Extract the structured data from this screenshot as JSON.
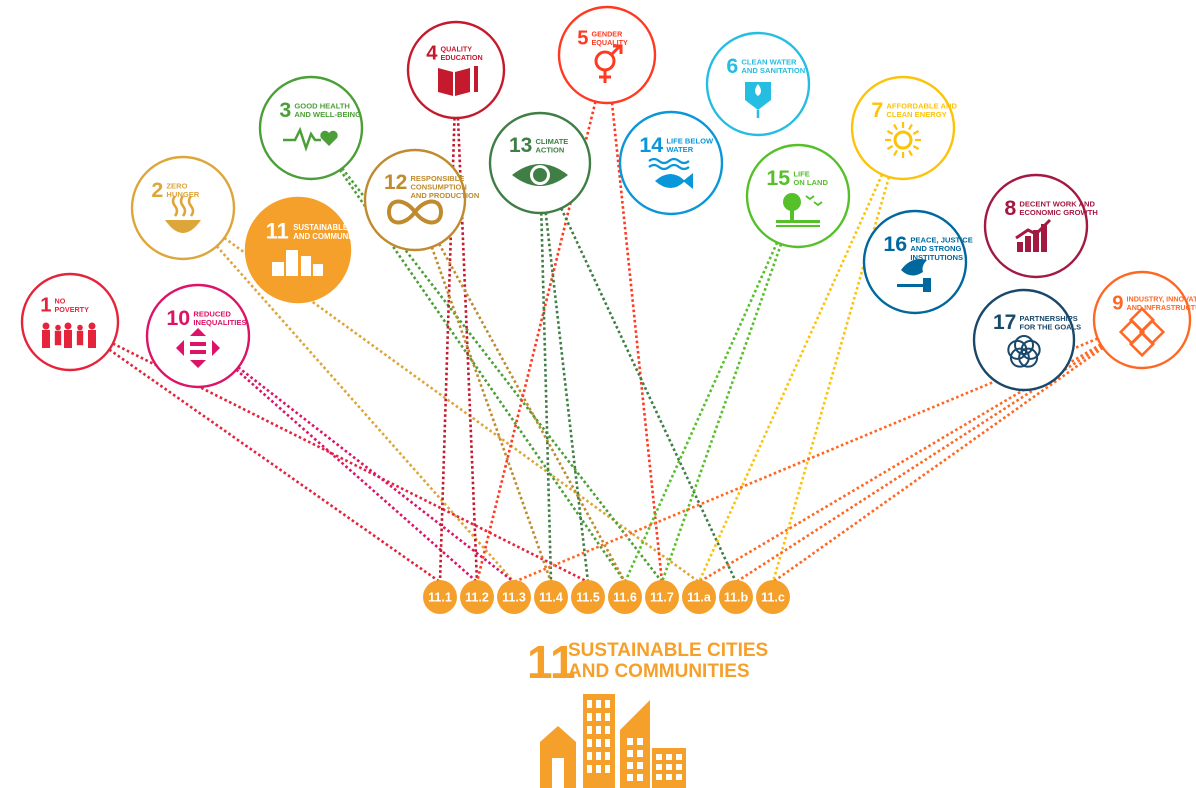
{
  "main_goal": {
    "number": "11",
    "title_line1": "SUSTAINABLE CITIES",
    "title_line2": "AND COMMUNITIES",
    "color": "#F5A02B",
    "icon": "city-buildings-icon"
  },
  "targets": [
    "11.1",
    "11.2",
    "11.3",
    "11.4",
    "11.5",
    "11.6",
    "11.7",
    "11.a",
    "11.b",
    "11.c"
  ],
  "goals": [
    {
      "id": "g1",
      "number": "1",
      "lines": [
        "NO",
        "POVERTY"
      ],
      "color": "#E5243B",
      "filled": false,
      "icon": "family-icon"
    },
    {
      "id": "g2",
      "number": "2",
      "lines": [
        "ZERO",
        "HUNGER"
      ],
      "color": "#DDA63A",
      "filled": false,
      "icon": "bowl-icon"
    },
    {
      "id": "g3",
      "number": "3",
      "lines": [
        "GOOD HEALTH",
        "AND WELL-BEING"
      ],
      "color": "#4C9F38",
      "filled": false,
      "icon": "heartbeat-icon"
    },
    {
      "id": "g4",
      "number": "4",
      "lines": [
        "QUALITY",
        "EDUCATION"
      ],
      "color": "#C5192D",
      "filled": false,
      "icon": "book-icon"
    },
    {
      "id": "g5",
      "number": "5",
      "lines": [
        "GENDER",
        "EQUALITY"
      ],
      "color": "#FF3A21",
      "filled": false,
      "icon": "gender-icon"
    },
    {
      "id": "g6",
      "number": "6",
      "lines": [
        "CLEAN WATER",
        "AND SANITATION"
      ],
      "color": "#26BDE2",
      "filled": false,
      "icon": "water-drop-icon"
    },
    {
      "id": "g7",
      "number": "7",
      "lines": [
        "AFFORDABLE AND",
        "CLEAN ENERGY"
      ],
      "color": "#FCC30B",
      "filled": false,
      "icon": "sun-icon"
    },
    {
      "id": "g8",
      "number": "8",
      "lines": [
        "DECENT WORK AND",
        "ECONOMIC GROWTH"
      ],
      "color": "#A21942",
      "filled": false,
      "icon": "growth-chart-icon"
    },
    {
      "id": "g9",
      "number": "9",
      "lines": [
        "INDUSTRY, INNOVATION",
        "AND INFRASTRUCTURE"
      ],
      "color": "#FD6925",
      "filled": false,
      "icon": "cubes-icon"
    },
    {
      "id": "g10",
      "number": "10",
      "lines": [
        "REDUCED",
        "INEQUALITIES"
      ],
      "color": "#DD1367",
      "filled": false,
      "icon": "equality-arrows-icon"
    },
    {
      "id": "g11",
      "number": "11",
      "lines": [
        "SUSTAINABLE CITIES",
        "AND COMMUNITIES"
      ],
      "color": "#F5A02B",
      "filled": true,
      "icon": "city-buildings-icon"
    },
    {
      "id": "g12",
      "number": "12",
      "lines": [
        "RESPONSIBLE",
        "CONSUMPTION",
        "AND PRODUCTION"
      ],
      "color": "#BF8B2E",
      "filled": false,
      "icon": "infinity-loop-icon"
    },
    {
      "id": "g13",
      "number": "13",
      "lines": [
        "CLIMATE",
        "ACTION"
      ],
      "color": "#3F7E44",
      "filled": false,
      "icon": "eye-globe-icon"
    },
    {
      "id": "g14",
      "number": "14",
      "lines": [
        "LIFE BELOW",
        "WATER"
      ],
      "color": "#0A97D9",
      "filled": false,
      "icon": "fish-icon"
    },
    {
      "id": "g15",
      "number": "15",
      "lines": [
        "LIFE",
        "ON LAND"
      ],
      "color": "#56C02B",
      "filled": false,
      "icon": "tree-birds-icon"
    },
    {
      "id": "g16",
      "number": "16",
      "lines": [
        "PEACE, JUSTICE",
        "AND STRONG",
        "INSTITUTIONS"
      ],
      "color": "#00689D",
      "filled": false,
      "icon": "dove-gavel-icon"
    },
    {
      "id": "g17",
      "number": "17",
      "lines": [
        "PARTNERSHIPS",
        "FOR THE GOALS"
      ],
      "color": "#19486A",
      "filled": false,
      "icon": "rings-icon"
    }
  ],
  "links": [
    {
      "goal": "g1",
      "target": "11.1"
    },
    {
      "goal": "g1",
      "target": "11.5"
    },
    {
      "goal": "g2",
      "target": "11.3"
    },
    {
      "goal": "g2",
      "target": "11.a"
    },
    {
      "goal": "g10",
      "target": "11.2"
    },
    {
      "goal": "g10",
      "target": "11.3"
    },
    {
      "goal": "g3",
      "target": "11.6"
    },
    {
      "goal": "g3",
      "target": "11.7"
    },
    {
      "goal": "g4",
      "target": "11.1"
    },
    {
      "goal": "g4",
      "target": "11.2"
    },
    {
      "goal": "g12",
      "target": "11.4"
    },
    {
      "goal": "g12",
      "target": "11.6"
    },
    {
      "goal": "g5",
      "target": "11.2"
    },
    {
      "goal": "g5",
      "target": "11.7"
    },
    {
      "goal": "g13",
      "target": "11.4"
    },
    {
      "goal": "g13",
      "target": "11.b"
    },
    {
      "goal": "g13",
      "target": "11.5"
    },
    {
      "goal": "g15",
      "target": "11.7"
    },
    {
      "goal": "g15",
      "target": "11.6"
    },
    {
      "goal": "g7",
      "target": "11.a"
    },
    {
      "goal": "g7",
      "target": "11.c"
    },
    {
      "goal": "g9",
      "target": "11.3"
    },
    {
      "goal": "g9",
      "target": "11.a"
    },
    {
      "goal": "g9",
      "target": "11.c"
    },
    {
      "goal": "g9",
      "target": "11.b"
    }
  ]
}
